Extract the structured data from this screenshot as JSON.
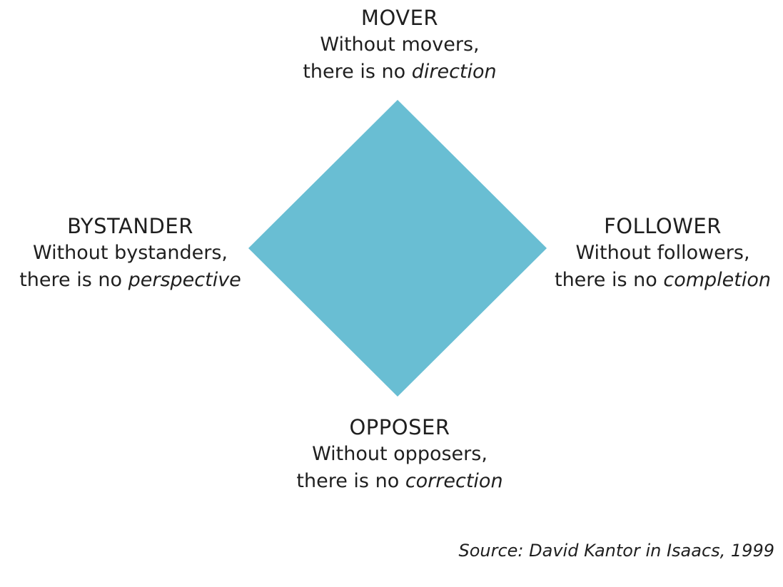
{
  "colors": {
    "diamond": "#69bed3",
    "text": "#1f1f1f",
    "background": "#ffffff"
  },
  "roles": {
    "mover": {
      "name": "MOVER",
      "line1": "Without movers,",
      "line2_prefix": "there is no ",
      "line2_emphasis": "direction"
    },
    "bystander": {
      "name": "BYSTANDER",
      "line1": "Without bystanders,",
      "line2_prefix": "there is no ",
      "line2_emphasis": "perspective"
    },
    "follower": {
      "name": "FOLLOWER",
      "line1": "Without followers,",
      "line2_prefix": "there is no ",
      "line2_emphasis": "completion"
    },
    "opposer": {
      "name": "OPPOSER",
      "line1": "Without opposers,",
      "line2_prefix": "there is no ",
      "line2_emphasis": "correction"
    }
  },
  "source": "Source: David Kantor in Isaacs, 1999"
}
